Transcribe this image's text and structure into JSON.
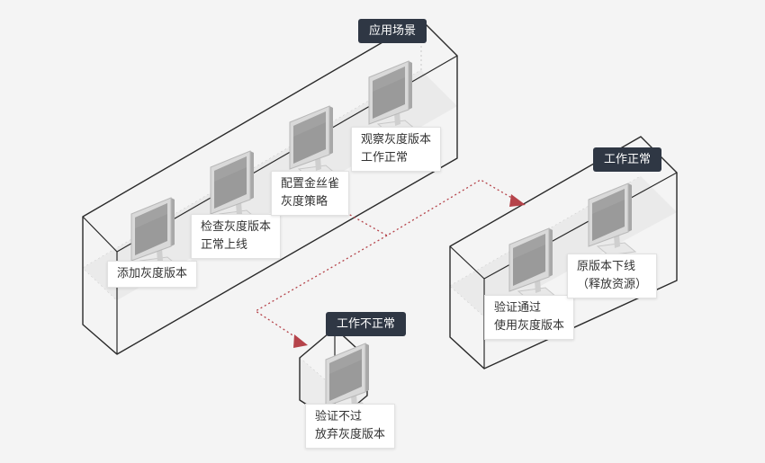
{
  "scenarios": {
    "main": {
      "tag": "应用场景"
    },
    "normal": {
      "tag": "工作正常"
    },
    "abnormal": {
      "tag": "工作不正常"
    }
  },
  "steps": {
    "add_gray": {
      "line1": "添加灰度版本"
    },
    "check_gray": {
      "line1": "检查灰度版本",
      "line2": "正常上线"
    },
    "config_canary": {
      "line1": "配置金丝雀",
      "line2": "灰度策略"
    },
    "observe_gray": {
      "line1": "观察灰度版本",
      "line2": "工作正常"
    },
    "verify_pass": {
      "line1": "验证通过",
      "line2": "使用灰度版本"
    },
    "retire_original": {
      "line1": "原版本下线",
      "line2": "（释放资源）"
    },
    "verify_fail": {
      "line1": "验证不过",
      "line2": "放弃灰度版本"
    }
  },
  "colors": {
    "tag_bg": "#2f3744",
    "box_line": "#2a2a2a",
    "flow_line": "#b5434a",
    "monitor_body": "#d8d8d8"
  },
  "icons": [
    "monitor-icon",
    "arrow-head-icon"
  ]
}
